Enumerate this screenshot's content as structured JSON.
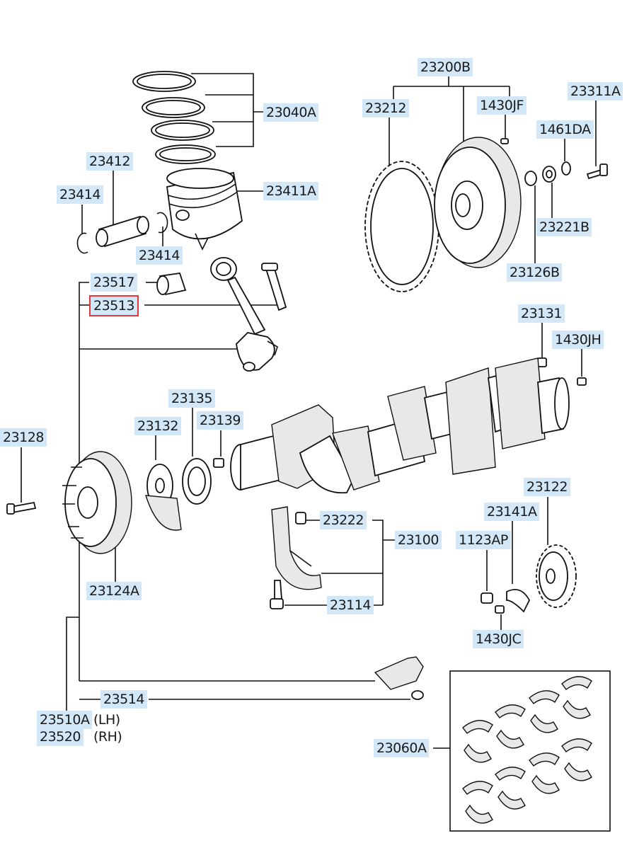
{
  "parts": [
    {
      "id": "23200B",
      "label": "23200B"
    },
    {
      "id": "23311A",
      "label": "23311A"
    },
    {
      "id": "23212",
      "label": "23212"
    },
    {
      "id": "1430JF",
      "label": "1430JF"
    },
    {
      "id": "23040A",
      "label": "23040A"
    },
    {
      "id": "1461DA",
      "label": "1461DA"
    },
    {
      "id": "23412",
      "label": "23412"
    },
    {
      "id": "23414a",
      "label": "23414"
    },
    {
      "id": "23411A",
      "label": "23411A"
    },
    {
      "id": "23221B",
      "label": "23221B"
    },
    {
      "id": "23414b",
      "label": "23414"
    },
    {
      "id": "23126B",
      "label": "23126B"
    },
    {
      "id": "23517",
      "label": "23517"
    },
    {
      "id": "23513",
      "label": "23513"
    },
    {
      "id": "23131",
      "label": "23131"
    },
    {
      "id": "1430JH",
      "label": "1430JH"
    },
    {
      "id": "23135",
      "label": "23135"
    },
    {
      "id": "23132",
      "label": "23132"
    },
    {
      "id": "23139",
      "label": "23139"
    },
    {
      "id": "23128",
      "label": "23128"
    },
    {
      "id": "23122",
      "label": "23122"
    },
    {
      "id": "23141A",
      "label": "23141A"
    },
    {
      "id": "23222",
      "label": "23222"
    },
    {
      "id": "1123AP",
      "label": "1123AP"
    },
    {
      "id": "23100",
      "label": "23100"
    },
    {
      "id": "23124A",
      "label": "23124A"
    },
    {
      "id": "23114",
      "label": "23114"
    },
    {
      "id": "1430JC",
      "label": "1430JC"
    },
    {
      "id": "23514",
      "label": "23514"
    },
    {
      "id": "23510A",
      "label": "23510A"
    },
    {
      "id": "23520",
      "label": "23520"
    },
    {
      "id": "23060A",
      "label": "23060A"
    }
  ],
  "suffixes": {
    "lh": "(LH)",
    "rh": "(RH)"
  },
  "selected": "23513",
  "colors": {
    "label_bg": "#d2e8f8",
    "highlight": "#e53a3a",
    "line": "#111111"
  }
}
